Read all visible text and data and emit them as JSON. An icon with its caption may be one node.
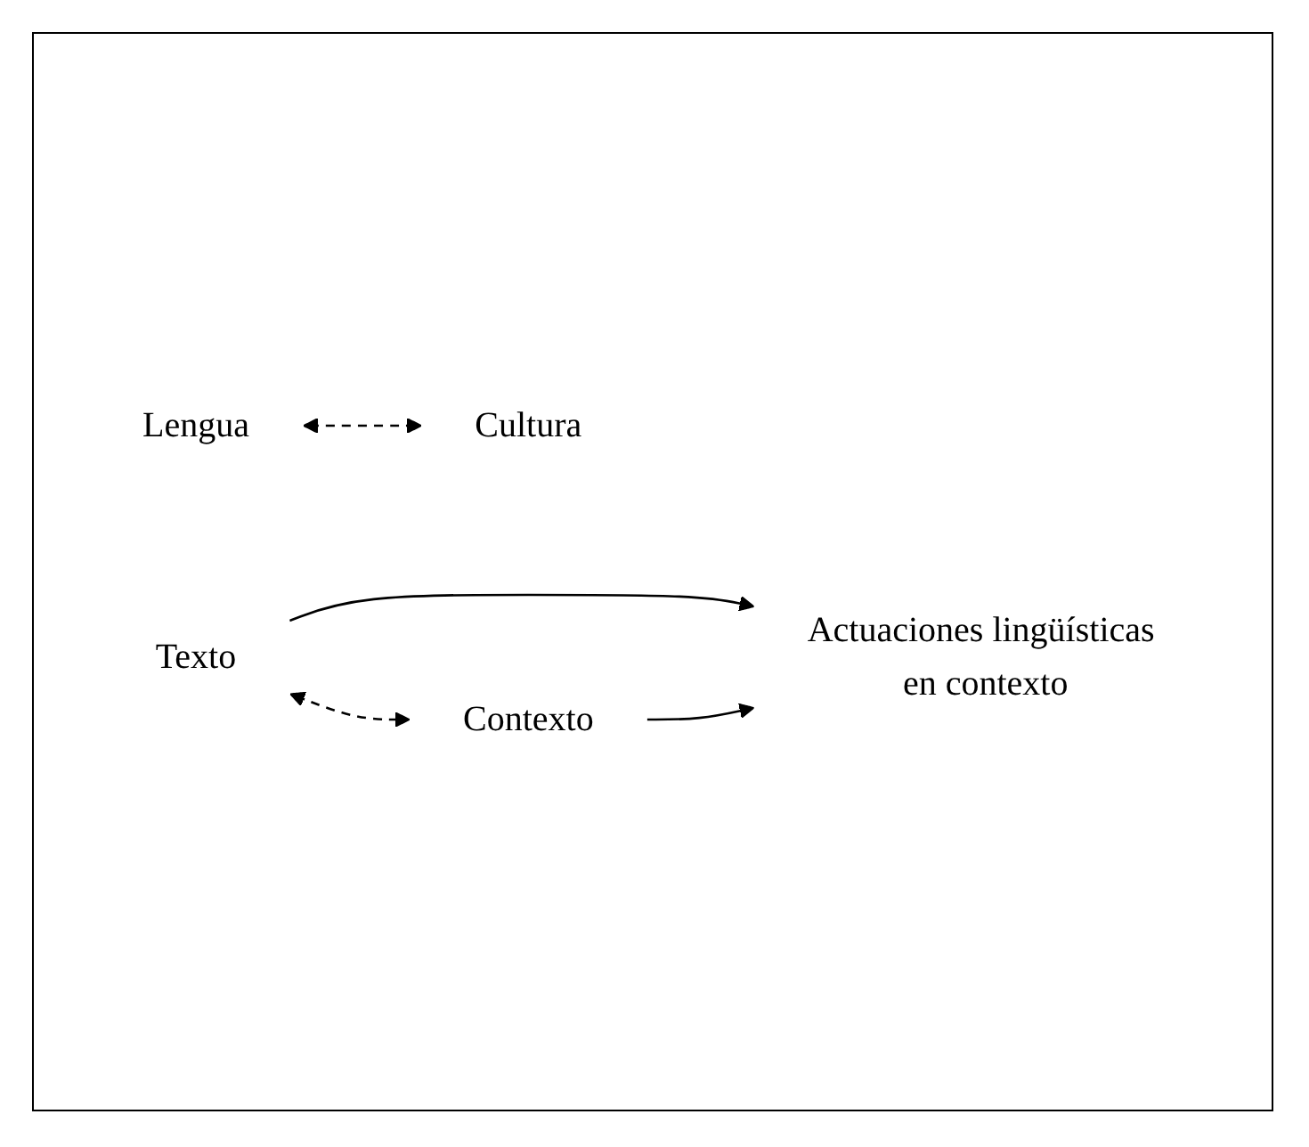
{
  "diagram": {
    "nodes": [
      {
        "text": [
          "Lengua"
        ]
      },
      {
        "text": [
          "Cultura"
        ]
      },
      {
        "text": [
          "Texto"
        ]
      },
      {
        "text": [
          "Contexto"
        ]
      },
      {
        "text": [
          "Actuaciones lingüísticas en contexto"
        ]
      }
    ],
    "edges": [
      {
        "from": 0,
        "to": 1,
        "arrow": "both",
        "style": "dashed"
      },
      {
        "from": 2,
        "to": 3,
        "arrow": "both",
        "style": "dashed"
      },
      {
        "from": 2,
        "to": 4,
        "arrow": "to"
      },
      {
        "from": 3,
        "to": 4,
        "arrow": "to"
      }
    ]
  }
}
